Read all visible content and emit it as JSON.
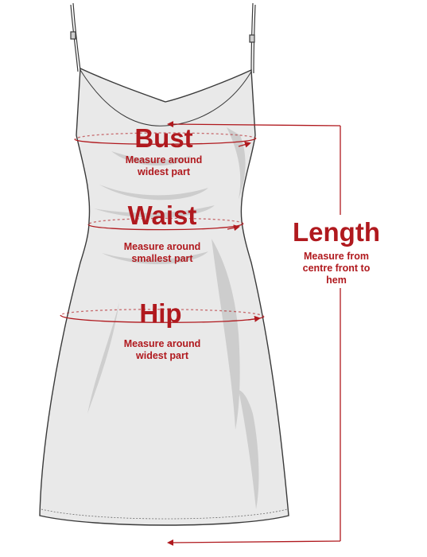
{
  "labels": {
    "bust": {
      "title": "Bust",
      "desc_line1": "Measure around",
      "desc_line2": "widest part"
    },
    "waist": {
      "title": "Waist",
      "desc_line1": "Measure around",
      "desc_line2": "smallest part"
    },
    "hip": {
      "title": "Hip",
      "desc_line1": "Measure around",
      "desc_line2": "widest part"
    },
    "length": {
      "title": "Length",
      "desc_line1": "Measure from",
      "desc_line2": "centre front to",
      "desc_line3": "hem"
    }
  },
  "colors": {
    "accent": "#b0191e",
    "dress_fill": "#e9e9e9",
    "dress_outline": "#3a3a3a",
    "fold_shadow": "#c9c9c9"
  }
}
